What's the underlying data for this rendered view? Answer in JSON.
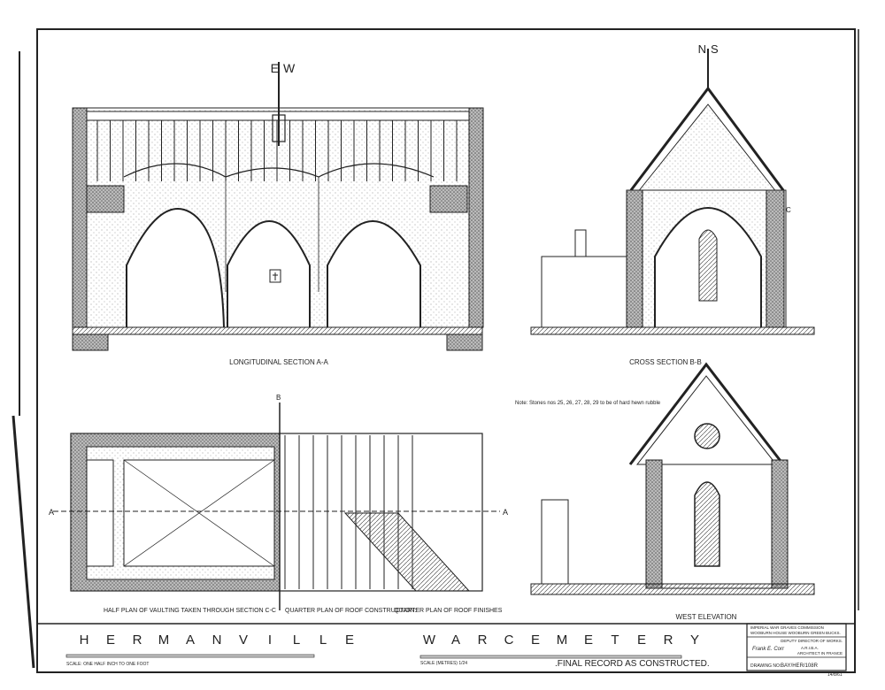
{
  "drawing": {
    "title_letters": [
      "H",
      "E",
      "R",
      "M",
      "A",
      "N",
      "V",
      "I",
      "L",
      "L",
      "E",
      "W",
      "A",
      "R",
      "C",
      "E",
      "M",
      "E",
      "T",
      "E",
      "R",
      "Y"
    ],
    "title": "HERMANVILLE WAR CEMETERY",
    "status": ".FINAL RECORD AS CONSTRUCTED.",
    "scale_left": "SCALE: ONE HALF INCH TO ONE FOOT",
    "scale_right": "SCALE (METRES) 1/24",
    "views": {
      "longitudinal": "LONGITUDINAL SECTION A-A",
      "cross": "CROSS SECTION B-B",
      "west": "WEST ELEVATION",
      "vaulting_plan": "HALF PLAN OF VAULTING TAKEN THROUGH SECTION C-C",
      "roof_construction": "QUARTER PLAN OF ROOF CONSTRUCTION:",
      "roof_finishes": "QUARTER PLAN OF ROOF FINISHES"
    },
    "compass": {
      "e": "E",
      "w": "W",
      "n": "N",
      "s": "S"
    },
    "section_marks": {
      "a": "A",
      "b": "B",
      "c": "C"
    },
    "note": "Note: Stones nos 25, 26, 27, 28, 29 to be of hard hewn rubble",
    "title_block": {
      "line1": "IMPERIAL WAR GRAVES COMMISSION",
      "line2": "WOOBURN HOUSE WOOBURN GREEN BUCKS.",
      "line3": "DEPUTY DIRECTOR OF WORKS.",
      "signature": "Frank E. Corr",
      "line4": "A.R.I.B.A.",
      "line5": "ARCHITECT IN FRANCE",
      "drawing_no_label": "DRAWING NO:",
      "drawing_no": "BAY/HER/108R",
      "date": "14/8/61"
    }
  }
}
